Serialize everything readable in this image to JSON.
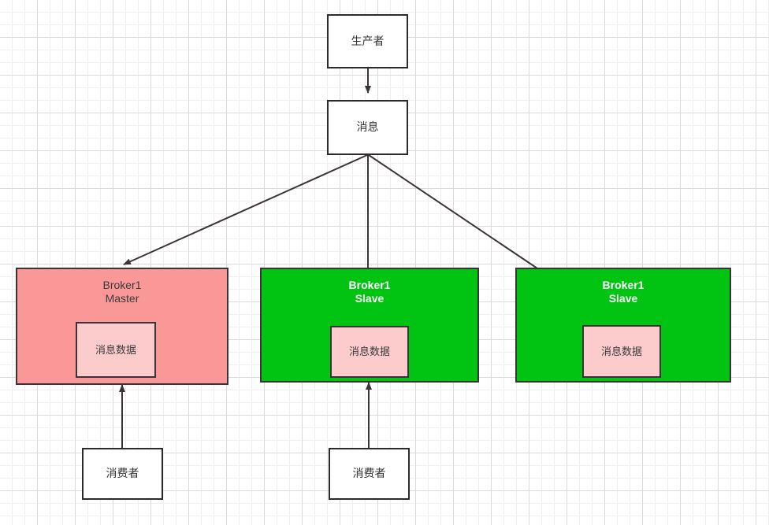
{
  "diagram": {
    "title": "Message broker replication diagram",
    "background": {
      "grid_minor_color": "#eeeeee",
      "grid_major_color": "#d9d9d9",
      "page_color": "#ffffff"
    },
    "colors": {
      "master_fill": "#fa9898",
      "slave_fill": "#00c411",
      "inner_fill": "#fccccc",
      "box_stroke": "#3b3338",
      "plain_fill": "#ffffff",
      "plain_stroke": "#2b2b2b",
      "edge_stroke": "#3b3338",
      "master_text": "#3a3a3a",
      "slave_text": "#ffffff"
    },
    "nodes": {
      "producer": {
        "label": "生产者"
      },
      "message": {
        "label": "消息"
      },
      "broker_master": {
        "label": "Broker1\nMaster",
        "line1": "Broker1",
        "line2": "Master"
      },
      "broker_slave_1": {
        "label": "Broker1\nSlave",
        "line1": "Broker1",
        "line2": "Slave"
      },
      "broker_slave_2": {
        "label": "Broker1\nSlave",
        "line1": "Broker1",
        "line2": "Slave"
      },
      "data_master": {
        "label": "消息数据"
      },
      "data_slave_1": {
        "label": "消息数据"
      },
      "data_slave_2": {
        "label": "消息数据"
      },
      "consumer_left": {
        "label": "消费者"
      },
      "consumer_middle": {
        "label": "消费者"
      }
    },
    "edges": [
      {
        "name": "producer-to-message",
        "from": "producer",
        "to": "message",
        "arrow": "end"
      },
      {
        "name": "message-to-broker-master",
        "from": "message",
        "to": "broker_master",
        "arrow": "end"
      },
      {
        "name": "message-to-data-slave-1",
        "from": "message",
        "to": "data_slave_1",
        "arrow": "end"
      },
      {
        "name": "message-to-data-slave-2",
        "from": "message",
        "to": "data_slave_2",
        "arrow": "end"
      },
      {
        "name": "consumer-left-to-broker-master",
        "from": "consumer_left",
        "to": "broker_master",
        "arrow": "end"
      },
      {
        "name": "consumer-middle-to-broker-slave-1",
        "from": "consumer_middle",
        "to": "broker_slave_1",
        "arrow": "end"
      }
    ]
  }
}
